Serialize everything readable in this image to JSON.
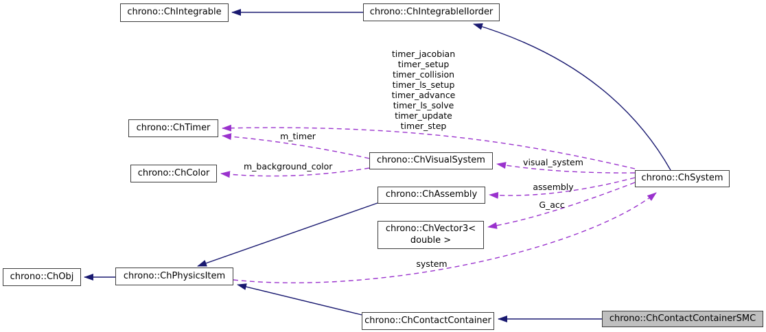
{
  "diagram": {
    "type": "class-collaboration-graph",
    "colors": {
      "inheritance_edge": "#191970",
      "usage_edge": "#9a32cd",
      "node_fill": "#ffffff",
      "node_border": "#3b3b3b",
      "current_node_fill": "#bfbfbf"
    },
    "nodes": {
      "ch_integrable": {
        "label": "chrono::ChIntegrable"
      },
      "ch_integrable_ii_order": {
        "label": "chrono::ChIntegrableIIorder"
      },
      "ch_timer": {
        "label": "chrono::ChTimer"
      },
      "ch_color": {
        "label": "chrono::ChColor"
      },
      "ch_visual_system": {
        "label": "chrono::ChVisualSystem"
      },
      "ch_assembly": {
        "label": "chrono::ChAssembly"
      },
      "ch_vector3": {
        "lines": [
          "chrono::ChVector3<",
          "double >"
        ]
      },
      "ch_obj": {
        "label": "chrono::ChObj"
      },
      "ch_physics_item": {
        "label": "chrono::ChPhysicsItem"
      },
      "ch_contact_container": {
        "label": "chrono::ChContactContainer"
      },
      "ch_contact_container_smc": {
        "label": "chrono::ChContactContainerSMC"
      },
      "ch_system": {
        "label": "chrono::ChSystem"
      }
    },
    "edge_labels": {
      "timers": {
        "lines": [
          "timer_jacobian",
          "timer_setup",
          "timer_collision",
          "timer_ls_setup",
          "timer_advance",
          "timer_ls_solve",
          "timer_update",
          "timer_step"
        ]
      },
      "m_timer": "m_timer",
      "m_background_color": "m_background_color",
      "visual_system": "visual_system",
      "assembly": "assembly",
      "g_acc": "G_acc",
      "system": "system"
    },
    "edges": [
      {
        "from": "chrono::ChIntegrableIIorder",
        "to": "chrono::ChIntegrable",
        "type": "inheritance"
      },
      {
        "from": "chrono::ChSystem",
        "to": "chrono::ChIntegrableIIorder",
        "type": "inheritance"
      },
      {
        "from": "chrono::ChAssembly",
        "to": "chrono::ChPhysicsItem",
        "type": "inheritance"
      },
      {
        "from": "chrono::ChPhysicsItem",
        "to": "chrono::ChObj",
        "type": "inheritance"
      },
      {
        "from": "chrono::ChContactContainer",
        "to": "chrono::ChPhysicsItem",
        "type": "inheritance"
      },
      {
        "from": "chrono::ChContactContainerSMC",
        "to": "chrono::ChContactContainer",
        "type": "inheritance"
      },
      {
        "from": "chrono::ChSystem",
        "to": "chrono::ChTimer",
        "type": "usage",
        "label": "timer_jacobian timer_setup timer_collision timer_ls_setup timer_advance timer_ls_solve timer_update timer_step"
      },
      {
        "from": "chrono::ChVisualSystem",
        "to": "chrono::ChTimer",
        "type": "usage",
        "label": "m_timer"
      },
      {
        "from": "chrono::ChVisualSystem",
        "to": "chrono::ChColor",
        "type": "usage",
        "label": "m_background_color"
      },
      {
        "from": "chrono::ChSystem",
        "to": "chrono::ChVisualSystem",
        "type": "usage",
        "label": "visual_system"
      },
      {
        "from": "chrono::ChSystem",
        "to": "chrono::ChAssembly",
        "type": "usage",
        "label": "assembly"
      },
      {
        "from": "chrono::ChSystem",
        "to": "chrono::ChVector3< double >",
        "type": "usage",
        "label": "G_acc"
      },
      {
        "from": "chrono::ChPhysicsItem",
        "to": "chrono::ChSystem",
        "type": "usage",
        "label": "system"
      }
    ]
  }
}
